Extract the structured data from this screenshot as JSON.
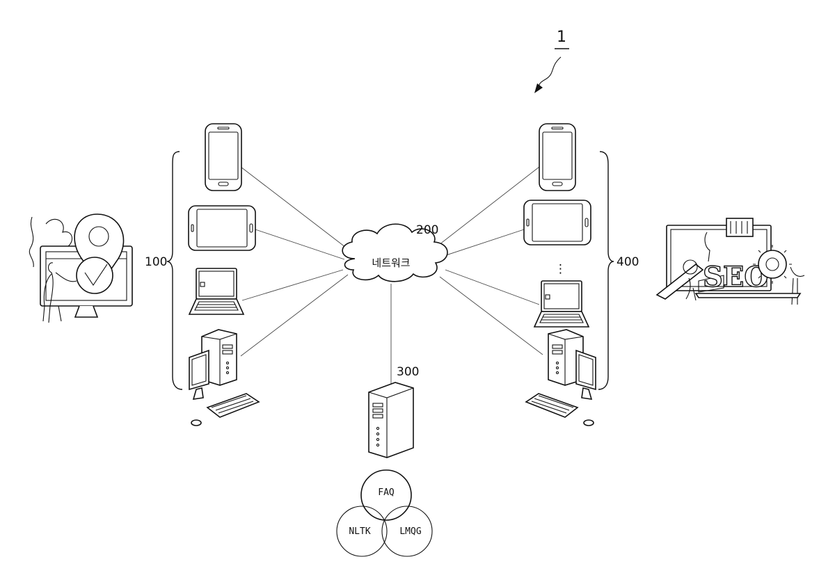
{
  "figure_number": "1",
  "labels": {
    "clients": "100",
    "network_ref": "200",
    "server": "300",
    "providers": "400"
  },
  "network_text": "네트워크",
  "venn": {
    "top": "FAQ",
    "left": "NLTK",
    "right": "LMQG"
  },
  "ellipsis": "⋮"
}
